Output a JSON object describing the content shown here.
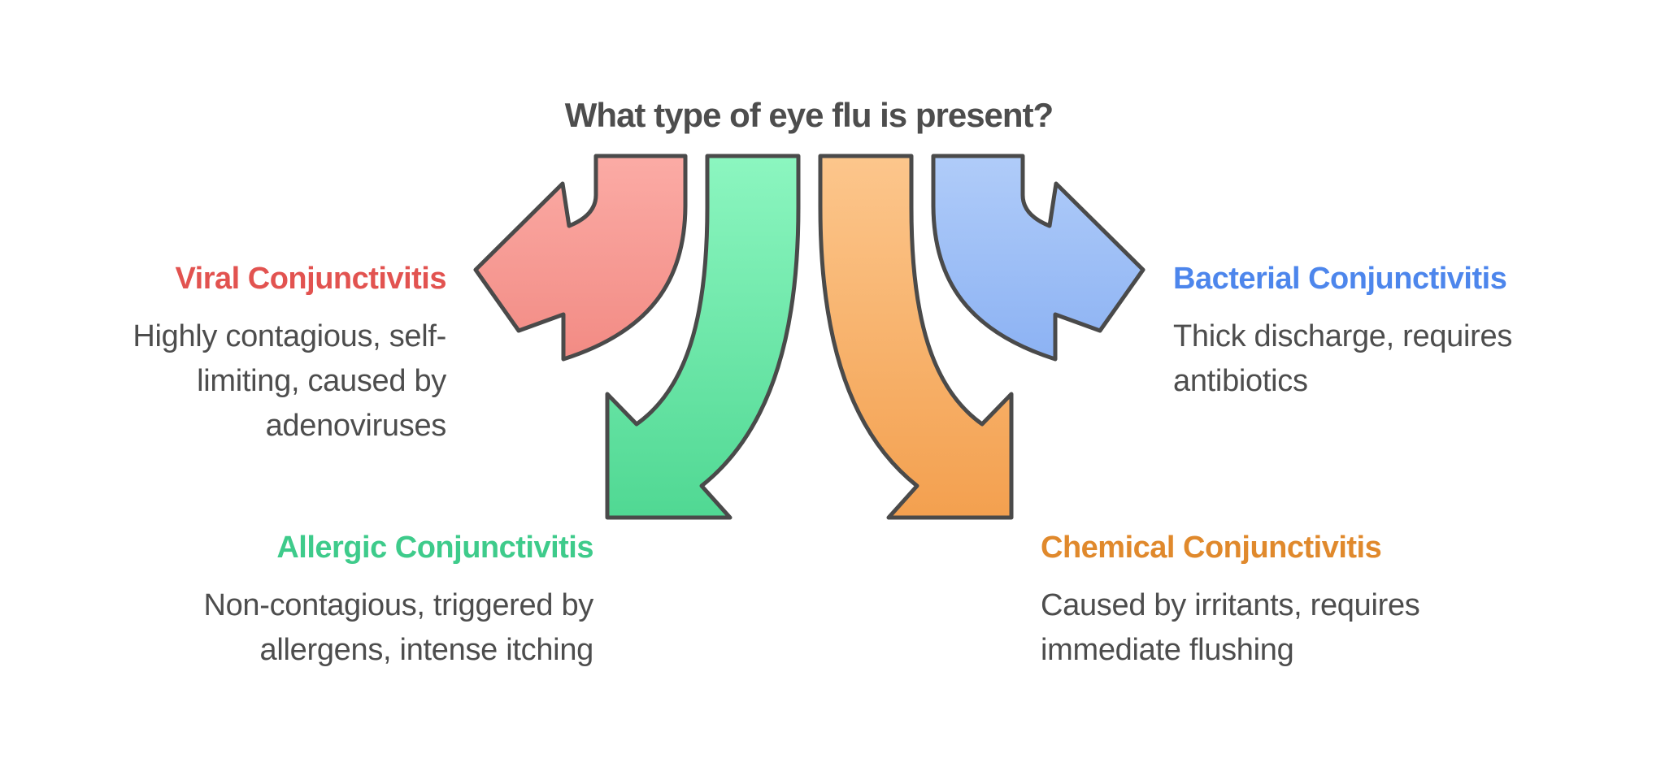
{
  "title": "What type of eye flu is present?",
  "colors": {
    "background": "#ffffff",
    "text": "#4d4d4d",
    "arrow_stroke": "#4a4a4a"
  },
  "branches": [
    {
      "id": "viral",
      "heading": "Viral Conjunctivitis",
      "heading_color": "#e25350",
      "desc": [
        "Highly contagious, self-",
        "limiting, caused by",
        "adenoviruses"
      ],
      "arrow_direction": "left",
      "arrow_fill_top": "#fbaba5",
      "arrow_fill_bottom": "#f28b84"
    },
    {
      "id": "allergic",
      "heading": "Allergic Conjunctivitis",
      "heading_color": "#3ecb8b",
      "desc": [
        "Non-contagious, triggered by",
        "allergens, intense itching"
      ],
      "arrow_direction": "down-left",
      "arrow_fill_top": "#8cf6c0",
      "arrow_fill_bottom": "#50d893"
    },
    {
      "id": "chemical",
      "heading": "Chemical Conjunctivitis",
      "heading_color": "#e0892c",
      "desc": [
        "Caused by irritants, requires",
        "immediate flushing"
      ],
      "arrow_direction": "down-right",
      "arrow_fill_top": "#fcc68c",
      "arrow_fill_bottom": "#f3a04f"
    },
    {
      "id": "bacterial",
      "heading": "Bacterial Conjunctivitis",
      "heading_color": "#4d86ec",
      "desc": [
        "Thick discharge, requires",
        "antibiotics"
      ],
      "arrow_direction": "right",
      "arrow_fill_top": "#b0ccf9",
      "arrow_fill_bottom": "#8cb2f3"
    }
  ]
}
